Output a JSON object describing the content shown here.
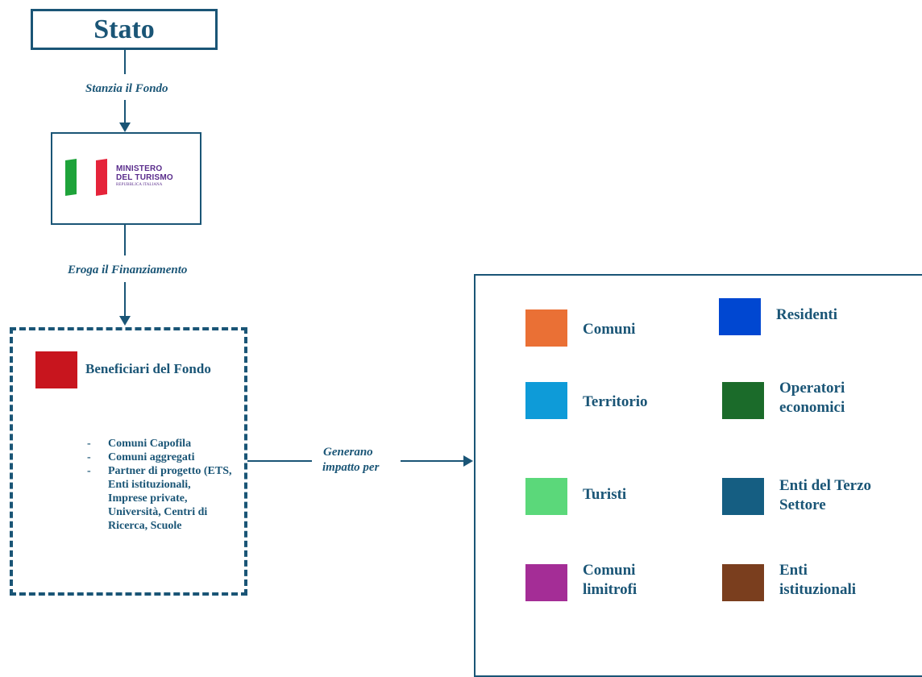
{
  "stato": {
    "label": "Stato"
  },
  "edges": {
    "stanzia": "Stanzia il Fondo",
    "eroga": "Eroga il Finanziamento",
    "generano_line1": "Generano",
    "generano_line2": "impatto per"
  },
  "ministero": {
    "logo_line1": "MINISTERO",
    "logo_line2": "DEL TURISMO",
    "logo_line3": "REPUBBLICA ITALIANA"
  },
  "beneficiari": {
    "title": "Beneficiari del Fondo",
    "color": "#c8151e",
    "items": [
      "Comuni Capofila",
      "Comuni aggregati",
      "Partner di progetto (ETS, Enti istituzionali, Imprese private, Università, Centri di Ricerca, Scuole"
    ]
  },
  "impatto": {
    "legend": [
      {
        "label": "Comuni",
        "color": "#ea7035"
      },
      {
        "label": "Residenti",
        "color": "#0047d1"
      },
      {
        "label": "Territorio",
        "color": "#0e9bd8"
      },
      {
        "label": "Operatori economici",
        "color": "#1b6b2a"
      },
      {
        "label": "Turisti",
        "color": "#5bd87a"
      },
      {
        "label": "Enti del Terzo Settore",
        "color": "#155e82"
      },
      {
        "label": "Comuni limitrofi",
        "color": "#a42d96"
      },
      {
        "label": "Enti istituzionali",
        "color": "#7a3e1e"
      }
    ]
  }
}
